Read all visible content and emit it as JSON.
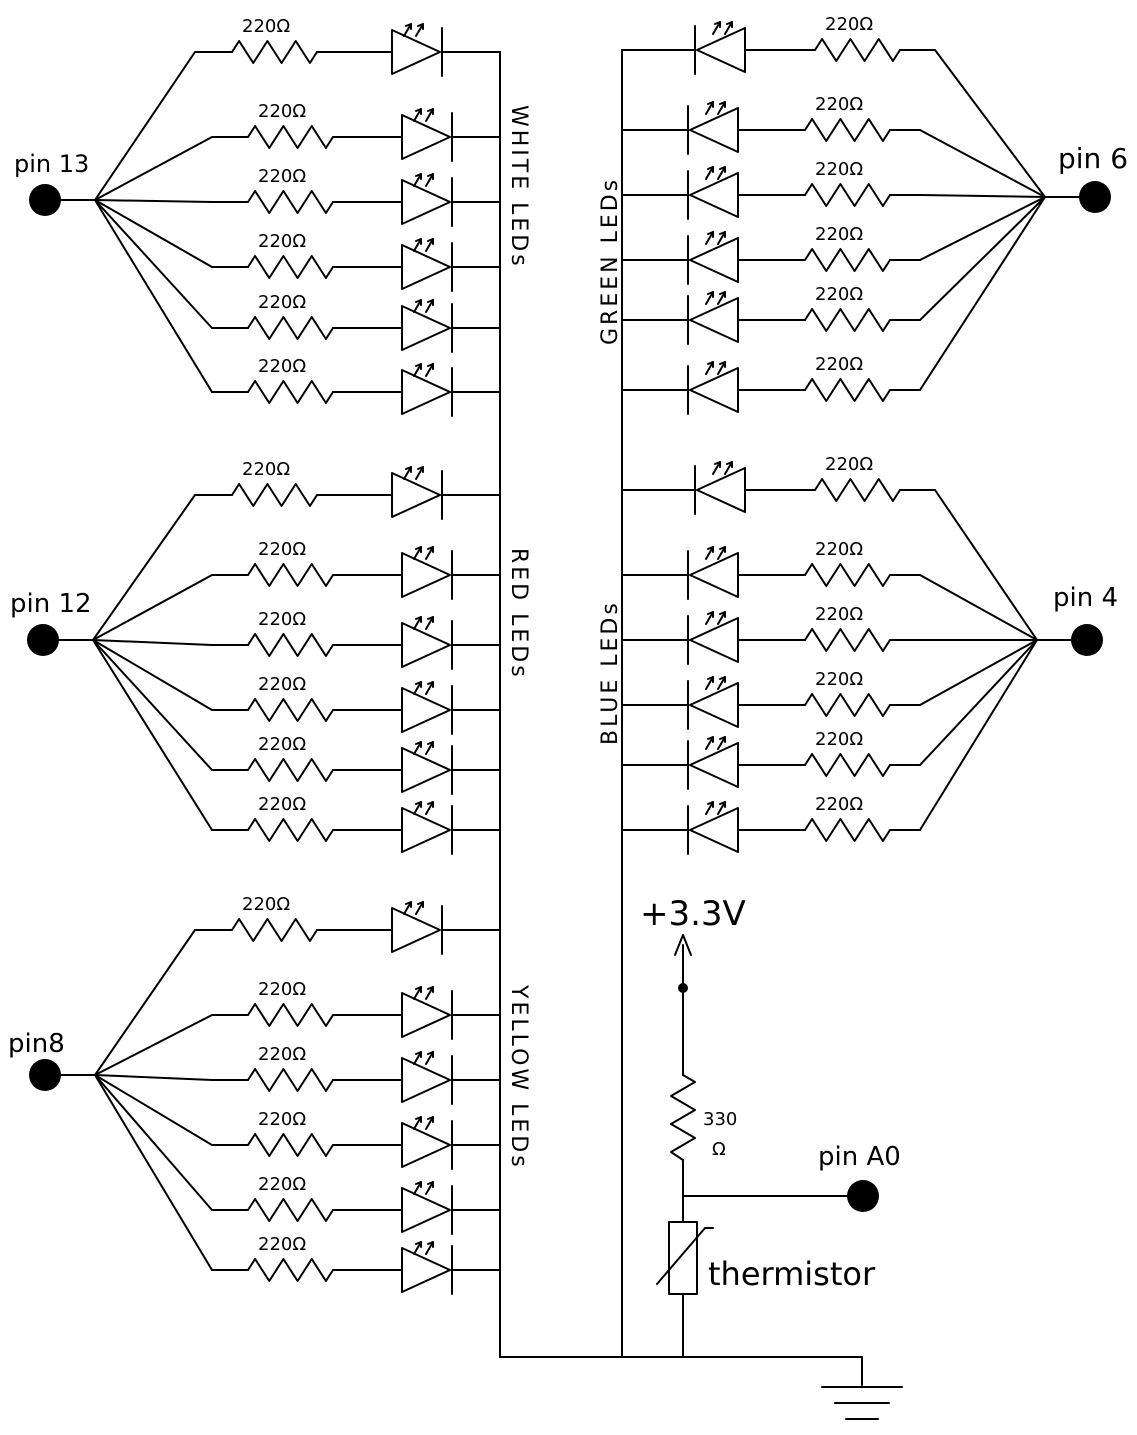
{
  "groups": [
    {
      "pin": "pin 13",
      "label": "WHITE LEDs",
      "resistor": "220Ω",
      "count": 6
    },
    {
      "pin": "pin 12",
      "label": "RED LEDs",
      "resistor": "220Ω",
      "count": 6
    },
    {
      "pin": "pin8",
      "label": "YELLOW LEDs",
      "resistor": "220Ω",
      "count": 6
    },
    {
      "pin": "pin 6",
      "label": "GREEN LEDs",
      "resistor": "220Ω",
      "count": 6
    },
    {
      "pin": "pin 4",
      "label": "BLUE LEDs",
      "resistor": "220Ω",
      "count": 6
    }
  ],
  "supply": "+3.3V",
  "sensor": {
    "resistor_value": "330",
    "resistor_unit": "Ω",
    "thermistor_label": "thermistor",
    "pin": "pin A0"
  }
}
